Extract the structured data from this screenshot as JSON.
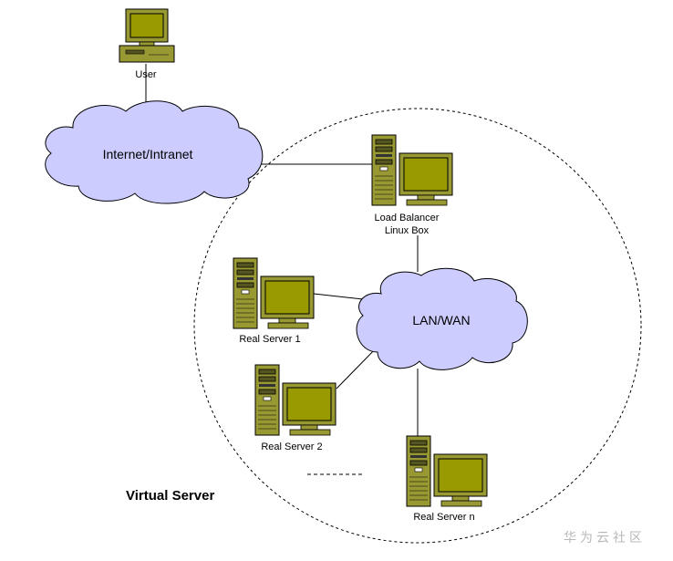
{
  "user_label": "User",
  "internet_label": "Internet/Intranet",
  "lb_label_line1": "Load Balancer",
  "lb_label_line2": "Linux Box",
  "lan_label": "LAN/WAN",
  "real_server_1": "Real Server 1",
  "real_server_2": "Real Server 2",
  "real_server_n": "Real Server n",
  "virtual_server_label": "Virtual Server",
  "watermark": "华为云社区",
  "colors": {
    "cloud_fill": "#ccccff",
    "equipment_fill": "#999933",
    "screen_fill": "#999900"
  }
}
